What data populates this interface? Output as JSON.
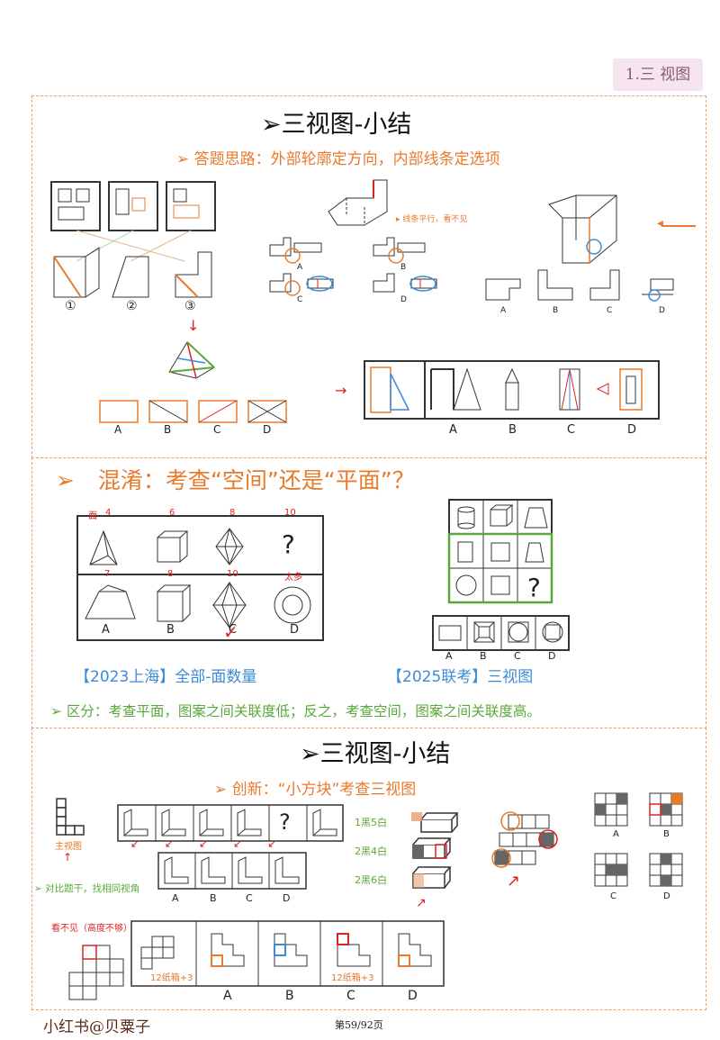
{
  "tag": "1.三 视图",
  "section1": {
    "title": "➢三视图-小结",
    "tip": "➢ 答题思路：外部轮廓定方向，内部线条定选项",
    "circled": [
      "①",
      "②",
      "③"
    ],
    "note_parallel": "线条平行，看不见",
    "opts_small": [
      "A",
      "B",
      "C",
      "D"
    ],
    "opts_bottom": [
      "A",
      "B",
      "C",
      "D"
    ],
    "opts_right": [
      "A",
      "B",
      "C",
      "D"
    ]
  },
  "section2": {
    "title": "混淆：考查“空间”还是“平面”？",
    "faces_label": "面",
    "top_counts": [
      "4",
      "6",
      "8",
      "10"
    ],
    "question": "?",
    "bottom_counts": [
      "7",
      "8",
      "10",
      "太多"
    ],
    "opt_labels": [
      "A",
      "B",
      "C",
      "D"
    ],
    "caption_left": "【2023上海】全部-面数量",
    "caption_right": "【2025联考】三视图",
    "summary": "➢ 区分：考查平面，图案之间关联度低；反之，考查空间，图案之间关联度高。"
  },
  "section3": {
    "title": "➢三视图-小结",
    "subtitle": "➢  创新：“小方块”考查三视图",
    "main_view": "主视图",
    "compare_note": "➢ 对比题干，找相同视角",
    "hidden_note": "看不见（高度不够）",
    "counts": [
      "1黑5白",
      "2黑4白",
      "2黑6白"
    ],
    "boxes_note": "12纸箱+3",
    "opt_labels": [
      "A",
      "B",
      "C",
      "D"
    ]
  },
  "footer": {
    "brand": "小红书@贝粟子",
    "page": "第59/92页"
  }
}
